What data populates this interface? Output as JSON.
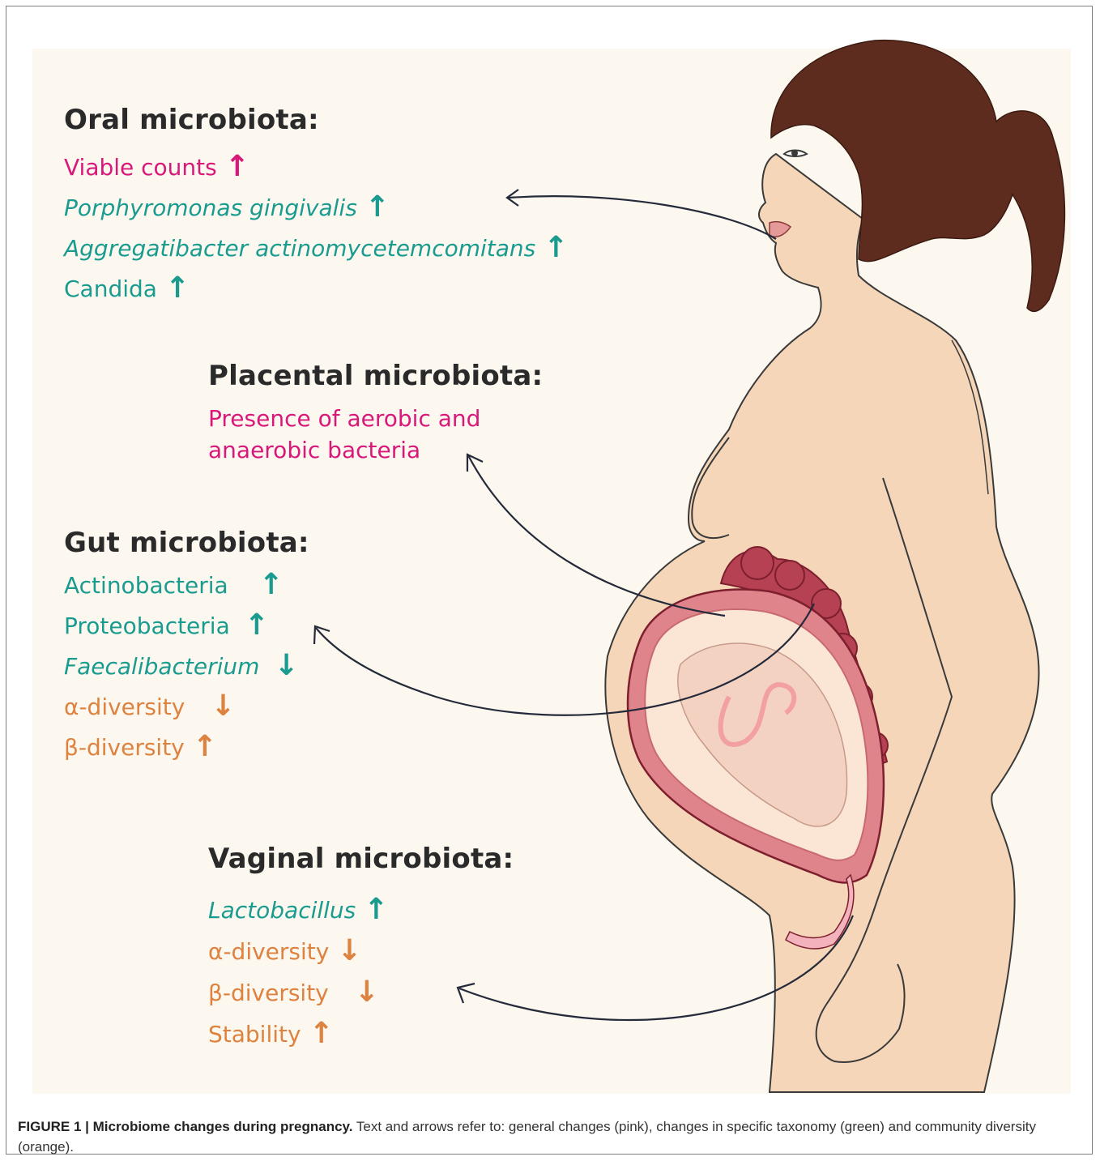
{
  "colors": {
    "general": "#d8197a",
    "taxonomy": "#1a9b8f",
    "diversity": "#de8240",
    "heading": "#2a2a2a",
    "skin": "#f5d6b8",
    "hair": "#5e2c1e"
  },
  "oral": {
    "heading": "Oral microbiota:",
    "items": [
      {
        "text": "Viable counts",
        "color": "pink",
        "italic": false,
        "arrow": "up"
      },
      {
        "text": "Porphyromonas gingivalis",
        "color": "green",
        "italic": true,
        "arrow": "up"
      },
      {
        "text": "Aggregatibacter actinomycetemcomitans",
        "color": "green",
        "italic": true,
        "arrow": "up"
      },
      {
        "text": "Candida",
        "color": "green",
        "italic": false,
        "arrow": "up"
      }
    ]
  },
  "placental": {
    "heading": "Placental microbiota:",
    "line1": "Presence of aerobic and",
    "line2": "anaerobic bacteria"
  },
  "gut": {
    "heading": "Gut microbiota:",
    "items": [
      {
        "text": "Actinobacteria",
        "color": "green",
        "italic": false,
        "arrow": "up"
      },
      {
        "text": "Proteobacteria",
        "color": "green",
        "italic": false,
        "arrow": "up"
      },
      {
        "text": "Faecalibacterium",
        "color": "green",
        "italic": true,
        "arrow": "down"
      },
      {
        "text": "α-diversity",
        "color": "orange",
        "italic": false,
        "arrow": "down"
      },
      {
        "text": "β-diversity",
        "color": "orange",
        "italic": false,
        "arrow": "up"
      }
    ]
  },
  "vaginal": {
    "heading": "Vaginal microbiota:",
    "items": [
      {
        "text": "Lactobacillus",
        "color": "green",
        "italic": true,
        "arrow": "up"
      },
      {
        "text": "α-diversity",
        "color": "orange",
        "italic": false,
        "arrow": "down"
      },
      {
        "text": "β-diversity",
        "color": "orange",
        "italic": false,
        "arrow": "down"
      },
      {
        "text": "Stability",
        "color": "orange",
        "italic": false,
        "arrow": "up"
      }
    ]
  },
  "caption": {
    "label": "FIGURE 1 | Microbiome changes during pregnancy.",
    "text": " Text and arrows refer to: general changes (pink), changes in specific taxonomy (green) and community diversity (orange)."
  }
}
